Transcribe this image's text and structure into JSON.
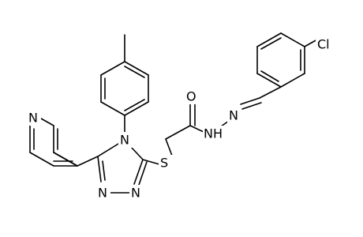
{
  "atoms": {
    "chlorine": "Cl",
    "carbonyl_oxygen": "O",
    "hydrazide_nh": "NH",
    "imine_n": "N",
    "sulfur": "S",
    "triazole_n4": "N",
    "triazole_n1": "N",
    "triazole_n2": "N",
    "pyridine_n": "N"
  },
  "colors": {
    "bond": "#000000",
    "label": "#000000",
    "background": "#ffffff"
  }
}
